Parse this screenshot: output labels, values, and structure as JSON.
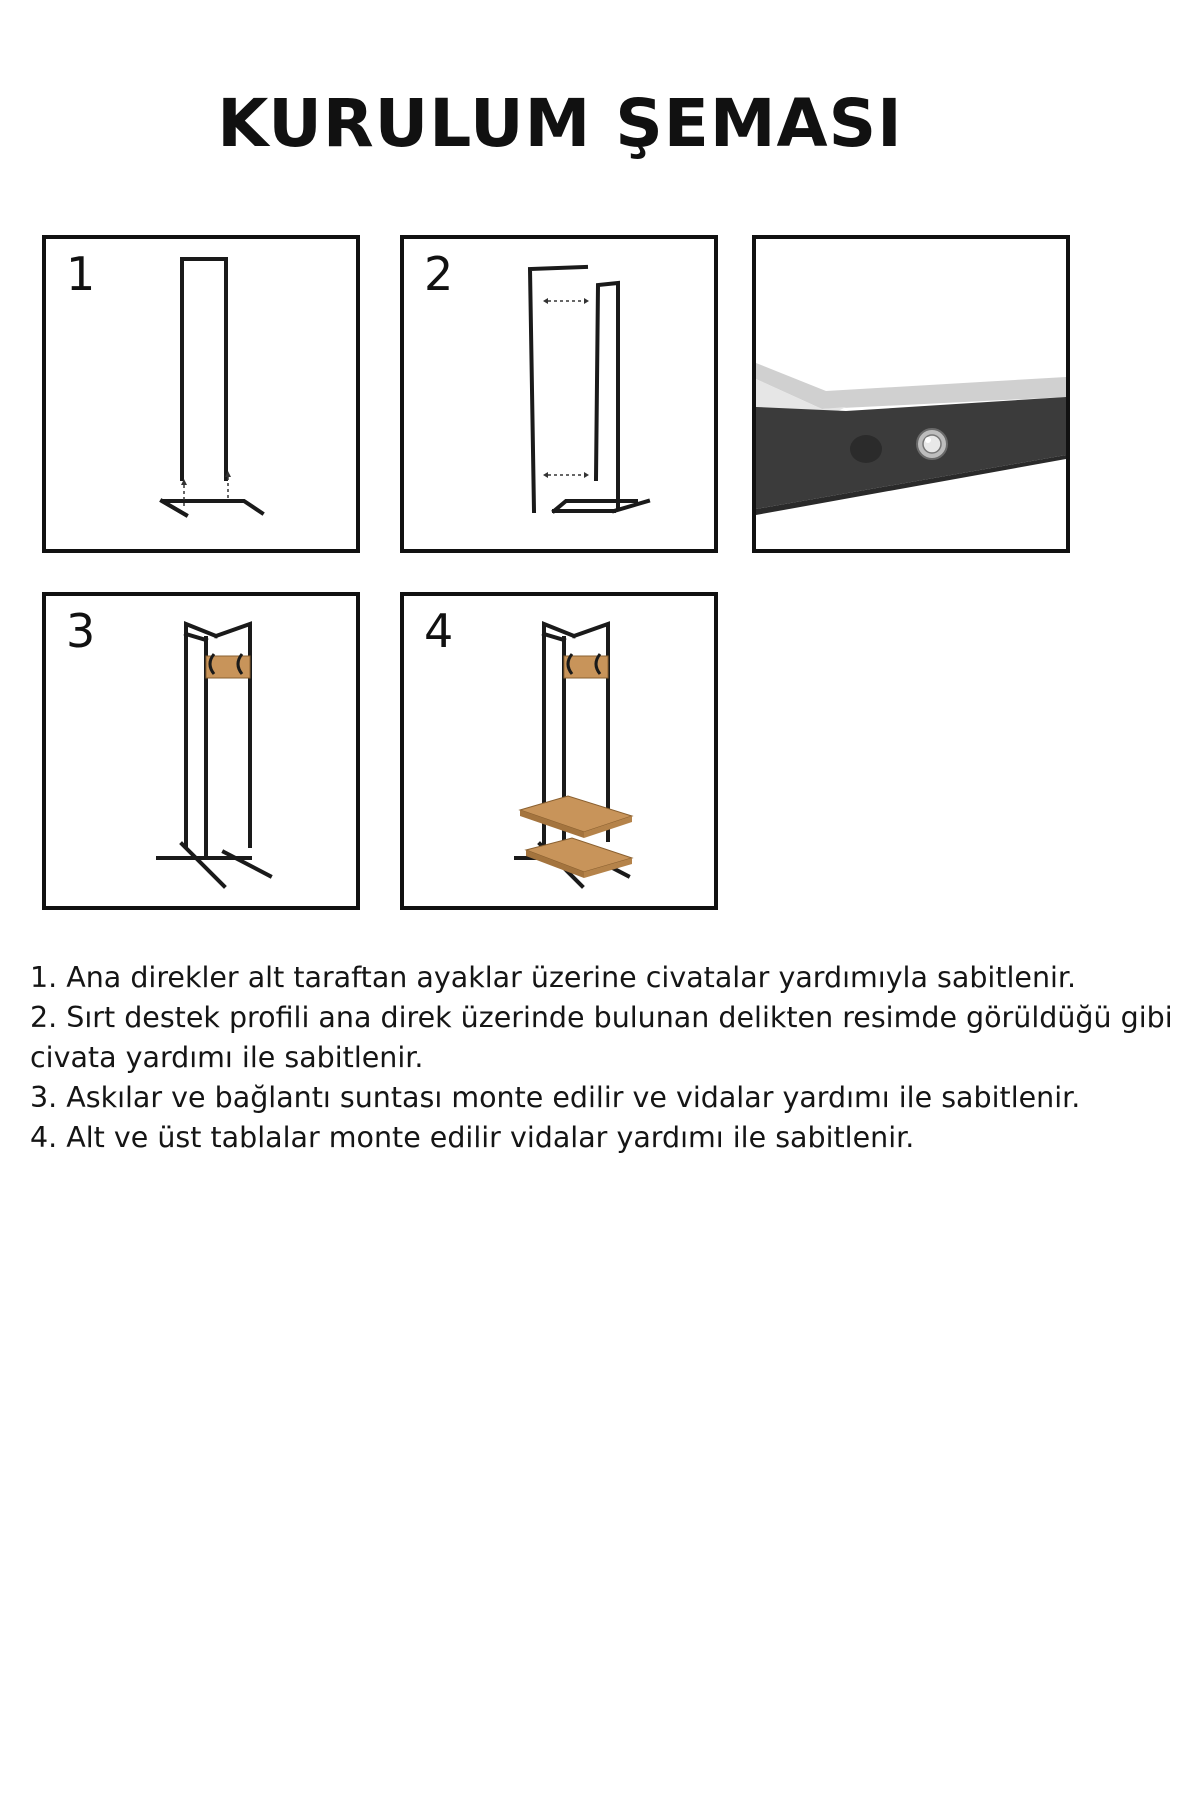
{
  "title": "KURULUM ŞEMASI",
  "panels": [
    {
      "id": "step-1",
      "number": "1"
    },
    {
      "id": "step-2",
      "number": "2"
    },
    {
      "id": "detail",
      "number": ""
    },
    {
      "id": "step-3",
      "number": "3"
    },
    {
      "id": "step-4",
      "number": "4"
    }
  ],
  "instructions": [
    "1. Ana direkler alt taraftan ayaklar üzerine civatalar yardımıyla sabitlenir.",
    "2. Sırt destek profili ana direk üzerinde bulunan delikten  resimde görüldüğü gibi civata yardımı ile sabitlenir.",
    "3. Askılar ve bağlantı suntası monte edilir ve vidalar yardımı ile sabitlenir.",
    "4. Alt ve üst tablalar monte edilir vidalar yardımı ile sabitlenir."
  ],
  "colors": {
    "frame": "#1a1a1a",
    "wood": "#c8945a",
    "metal_panel": "#3a3a3a",
    "metal_top": "#c8c8c8"
  }
}
